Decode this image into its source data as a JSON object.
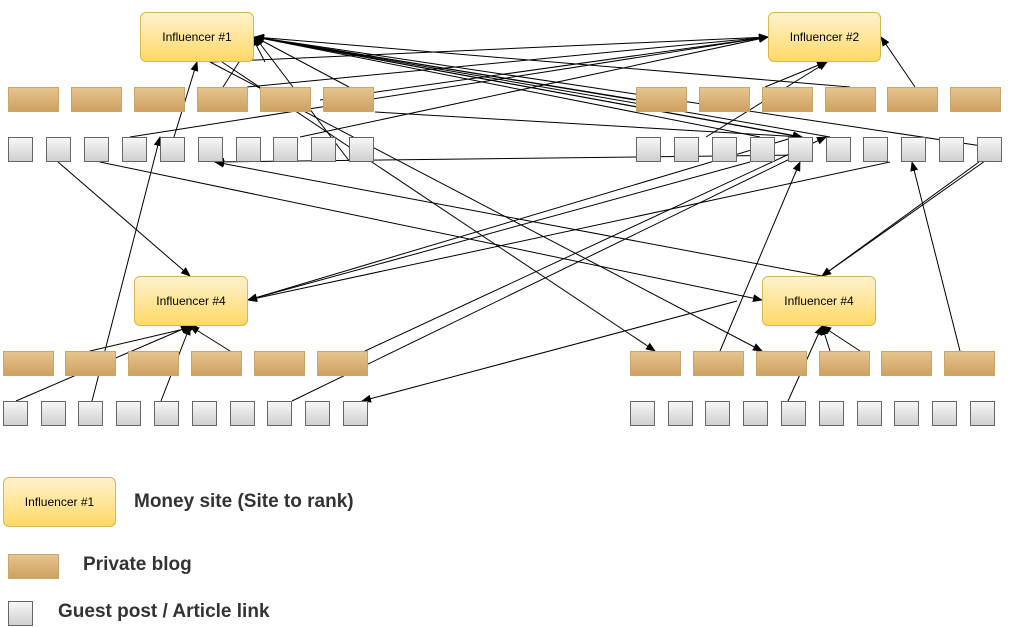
{
  "nodes": {
    "influencer_1": "Influencer #1",
    "influencer_2": "Influencer #2",
    "influencer_3": "Influencer #4",
    "influencer_4": "Influencer #4"
  },
  "legend": {
    "money_site_box": "Influencer #1",
    "money_site_text": "Money site (Site to rank)",
    "private_blog_text": "Private blog",
    "guest_post_text": "Guest post / Article link"
  },
  "colors": {
    "influencer_fill_top": "#fff2cc",
    "influencer_fill_bottom": "#ffd966",
    "influencer_border": "#d6b656",
    "private_blog_fill": "#dcb078",
    "guest_post_fill": "#e0e0e0",
    "edge": "#000000"
  }
}
